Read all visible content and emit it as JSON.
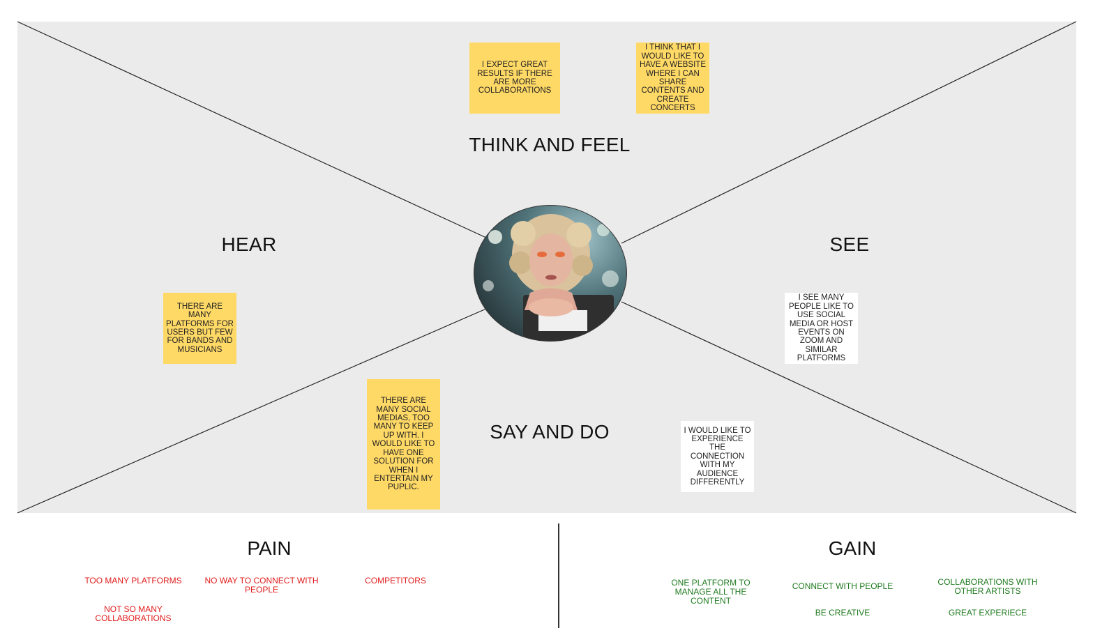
{
  "quadrants": {
    "think_and_feel": "THINK AND FEEL",
    "hear": "HEAR",
    "see": "SEE",
    "say_and_do": "SAY AND DO"
  },
  "notes": {
    "think_1": "I EXPECT GREAT RESULTS IF THERE ARE MORE COLLABORATIONS",
    "think_2": "I THINK THAT I WOULD LIKE TO HAVE A WEBSITE WHERE I CAN SHARE CONTENTS AND CREATE CONCERTS",
    "hear_1": "THERE ARE MANY PLATFORMS FOR USERS BUT FEW FOR BANDS AND MUSICIANS",
    "see_1": "I SEE MANY PEOPLE LIKE TO USE SOCIAL MEDIA OR HOST EVENTS ON ZOOM AND SIMILAR PLATFORMS",
    "say_1": "THERE ARE MANY SOCIAL MEDIAS, TOO MANY TO KEEP UP WITH. I WOULD LIKE TO HAVE ONE SOLUTION FOR WHEN I ENTERTAIN MY PUPLIC.",
    "say_2": "I WOULD LIKE TO EXPERIENCE THE CONNECTION WITH MY AUDIENCE DIFFERENTLY"
  },
  "colors": {
    "sticky_yellow": "#ffd966",
    "sticky_white": "#ffffff",
    "pain_red": "#e11b1b",
    "gain_green": "#1f7a1f",
    "panel_gray": "#ebebeb"
  },
  "pain": {
    "title": "PAIN",
    "items": [
      "TOO MANY PLATFORMS",
      "NO WAY TO CONNECT WITH PEOPLE",
      "COMPETITORS",
      "NOT SO MANY COLLABORATIONS"
    ]
  },
  "gain": {
    "title": "GAIN",
    "items": [
      "ONE PLATFORM TO MANAGE ALL THE CONTENT",
      "CONNECT WITH PEOPLE",
      "COLLABORATIONS WITH OTHER ARTISTS",
      "BE CREATIVE",
      "GREAT EXPERIECE"
    ]
  }
}
